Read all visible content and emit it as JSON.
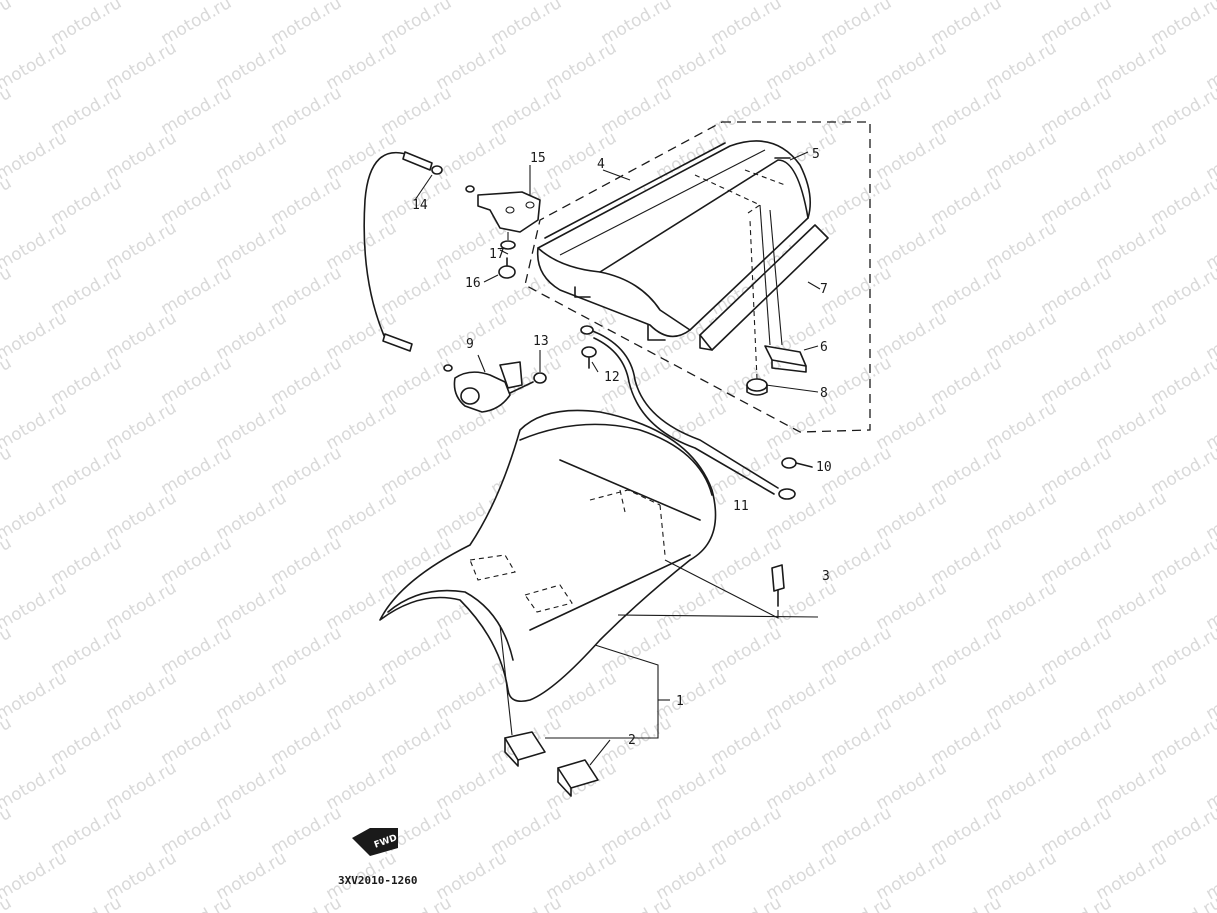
{
  "watermark": "motod.ru",
  "diagram_code": "3XV2010-1260",
  "fwd_label": "FWD",
  "callouts": [
    "1",
    "2",
    "3",
    "4",
    "5",
    "6",
    "7",
    "8",
    "9",
    "10",
    "11",
    "12",
    "13",
    "14",
    "15",
    "16",
    "17"
  ]
}
